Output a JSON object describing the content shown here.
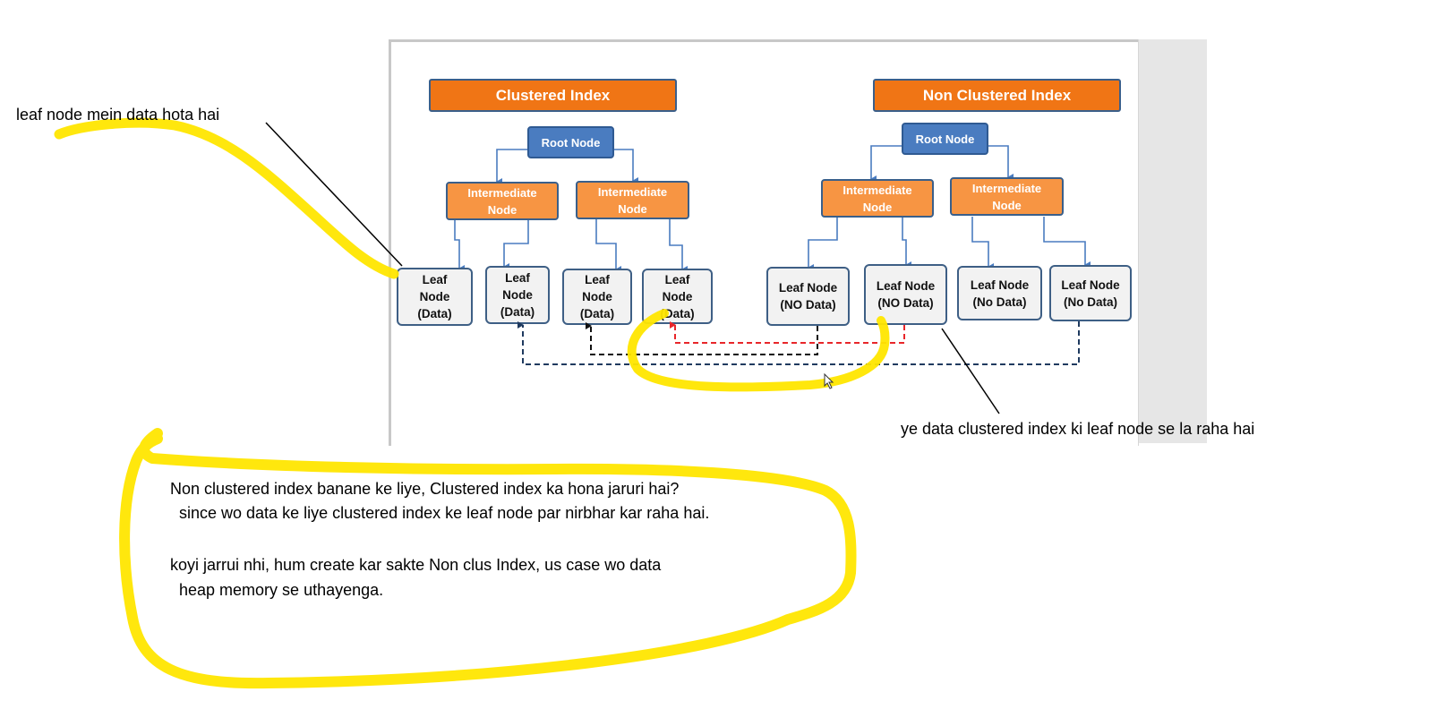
{
  "diagram": {
    "clustered": {
      "title": "Clustered Index",
      "root": "Root Node",
      "intermediates": [
        "Intermediate Node",
        "Intermediate Node"
      ],
      "leaves": [
        "Leaf Node (Data)",
        "Leaf Node (Data)",
        "Leaf Node (Data)",
        "Leaf Node (Data)"
      ]
    },
    "nonclustered": {
      "title": "Non Clustered Index",
      "root": "Root Node",
      "intermediates": [
        "Intermediate Node",
        "Intermediate Node"
      ],
      "leaves": [
        "Leaf Node (NO Data)",
        "Leaf Node (NO Data)",
        "Leaf Node (No Data)",
        "Leaf Node (No Data)"
      ]
    }
  },
  "annotations": {
    "leaf_note": "leaf node mein data hota hai",
    "right_note": "ye data clustered index ki leaf node se la raha hai",
    "question": "Non clustered index banane ke liye, Clustered index ka hona jaruri hai?",
    "reason": "  since wo data ke liye clustered index ke leaf node par nirbhar kar raha hai.",
    "answer1": "koyi jarrui nhi, hum create kar sakte Non clus Index, us case wo data",
    "answer2": "  heap memory se uthayenga."
  },
  "colors": {
    "highlighter": "#ffe600",
    "title_orange": "#f07515",
    "intermediate_orange": "#f79543",
    "root_blue": "#4a7cc0",
    "connector_blue": "#4a7cc0",
    "dashed_navy": "#1f3a5f",
    "dashed_black": "#111111",
    "dashed_red": "#e8262a"
  }
}
